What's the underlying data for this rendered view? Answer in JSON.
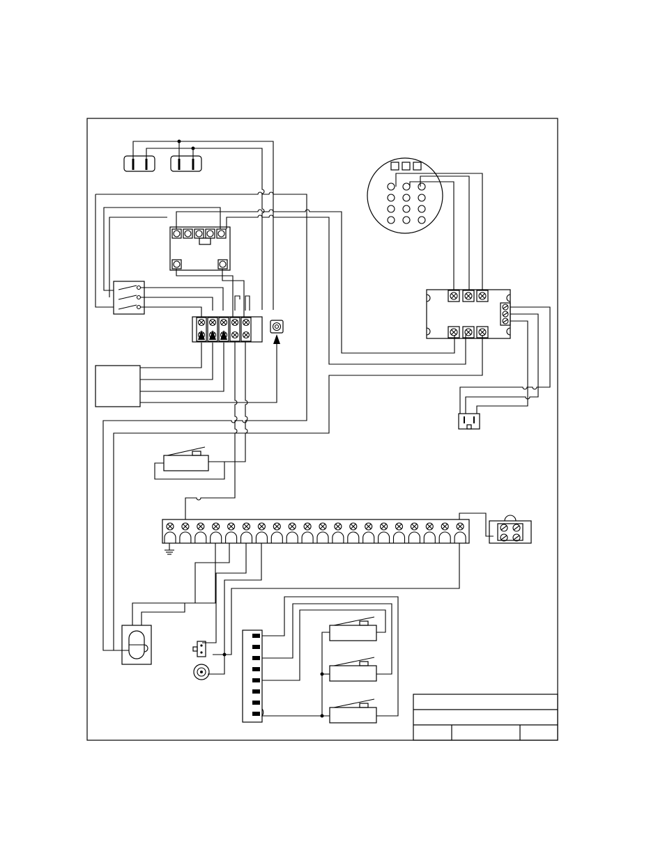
{
  "diagram": {
    "title_block": {
      "row1": "",
      "row2": "",
      "cell_a": "",
      "cell_b": "",
      "cell_c": ""
    },
    "main_terminal_strip": {
      "terminal_count": 20
    },
    "relay_socket": {
      "pin_count": 12,
      "top_tabs": 3
    },
    "wire_color_codes": []
  }
}
